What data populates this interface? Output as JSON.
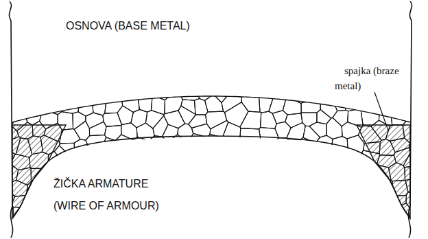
{
  "diagram": {
    "labels": [
      "OSNOVA (BASE METAL)",
      "spajka (braze metal)",
      "ŽIČKA ARMATURE (WIRE OF ARMOUR)"
    ]
  }
}
